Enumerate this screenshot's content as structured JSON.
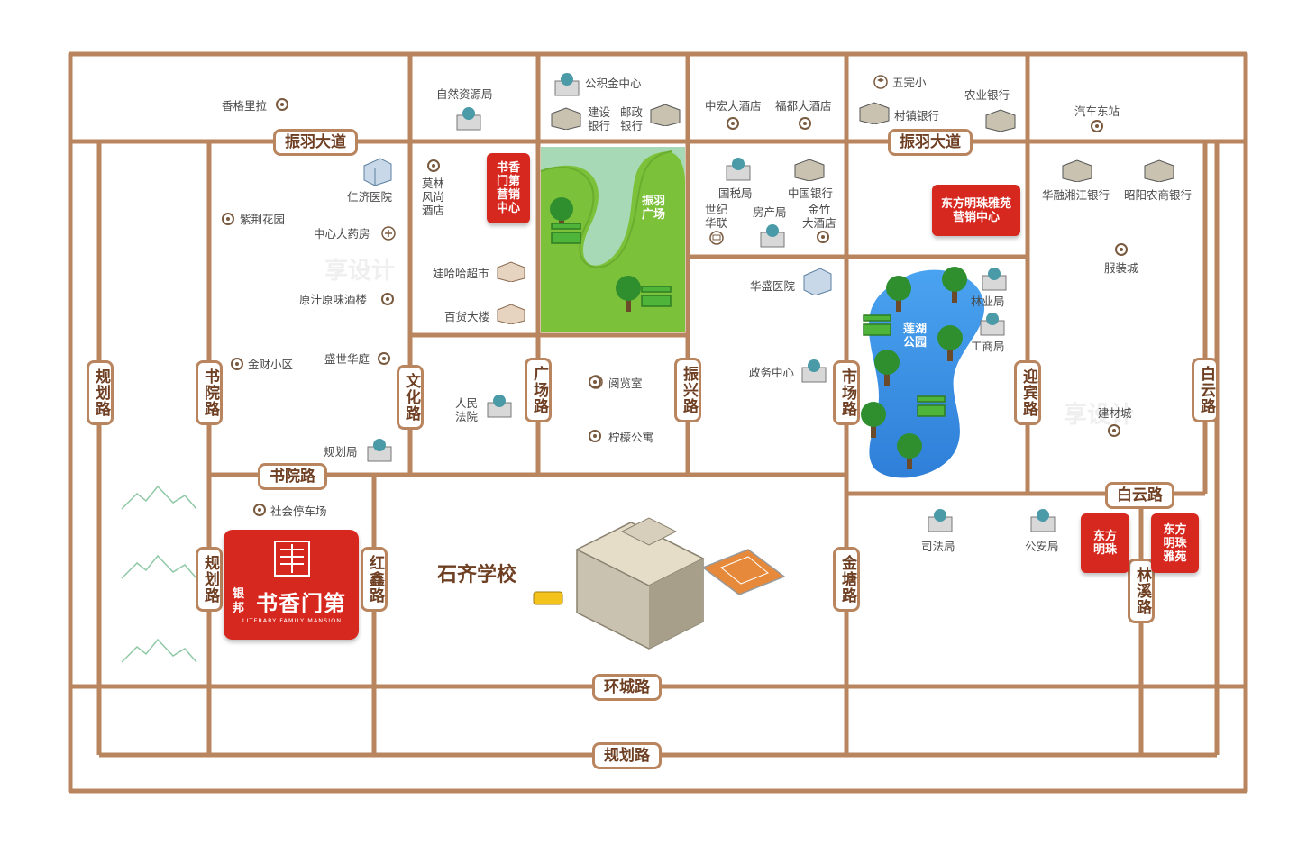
{
  "roads": {
    "zhenyu_left": "振羽大道",
    "zhenyu_right": "振羽大道",
    "guihua_left": "规划路",
    "shuyuan_v": "书院路",
    "shuyuan_h": "书院路",
    "wenhua": "文化路",
    "guangchang": "广场路",
    "zhenxing": "振兴路",
    "shichang": "市场路",
    "yingbin": "迎宾路",
    "baiyun_v": "白云路",
    "baiyun_h": "白云路",
    "guihua_inner": "规划路",
    "hongxin": "红鑫路",
    "jintang": "金塘路",
    "linxi": "林溪路",
    "huancheng": "环城路",
    "guihua_bottom": "规划路"
  },
  "pois": {
    "xianggelila": "香格里拉",
    "ziranziyuanju": "自然资源局",
    "gongjijin": "公积金中心",
    "jianshe_bank": "建设\n银行",
    "youzheng_bank": "邮政\n银行",
    "zhonghong_hotel": "中宏大酒店",
    "fudu_hotel": "福都大酒店",
    "wuwanxiao": "五完小",
    "nongye_bank": "农业银行",
    "cunzhen_bank": "村镇银行",
    "qiche_station": "汽车东站",
    "renji_hospital": "仁济医院",
    "zijing_garden": "紫荆花园",
    "center_pharmacy": "中心大药房",
    "yuanzhi_wine": "原汁原味酒楼",
    "jincai_xiaoqu": "金财小区",
    "shengshi_huating": "盛世华庭",
    "guihuaju": "规划局",
    "molin_hotel": "莫林\n风尚\n酒店",
    "wahaha": "娃哈哈超市",
    "baihuo": "百货大楼",
    "guoshui": "国税局",
    "boc": "中国银行",
    "shiji_hualian": "世纪\n华联",
    "fangchan": "房产局",
    "jinzhu_hotel": "金竹\n大酒店",
    "huarong_bank": "华融湘江银行",
    "zhaoyang_bank": "昭阳农商银行",
    "fuzhuang": "服装城",
    "huasheng_hospital": "华盛医院",
    "zhengwu": "政务中心",
    "linye": "林业局",
    "gongshang": "工商局",
    "renmin_court": "人民\n法院",
    "yuelan": "阅览室",
    "ningmeng": "柠檬公寓",
    "jiancai": "建材城",
    "parking": "社会停车场",
    "sifa": "司法局",
    "gongan": "公安局"
  },
  "parks": {
    "zhenyu_square": "振羽\n广场",
    "lianhu_park": "莲湖\n公园"
  },
  "red_labels": {
    "shuxiang_sales": "书香\n门第\n营销\n中心",
    "dongfang_sales": "东方明珠雅苑\n营销中心",
    "dongfang_mingzhu": "东方\n明珠",
    "dongfang_yayuan": "东方\n明珠\n雅苑"
  },
  "project": {
    "developer": "银邦",
    "name": "书香门第",
    "english": "LITERARY FAMILY MANSION"
  },
  "school": "石齐学校",
  "colors": {
    "road": "#b9855f",
    "road_text": "#6e3f22",
    "brand_red": "#d7281f",
    "park_green": "#7cc13a",
    "lake_blue": "#3a8fe0"
  }
}
